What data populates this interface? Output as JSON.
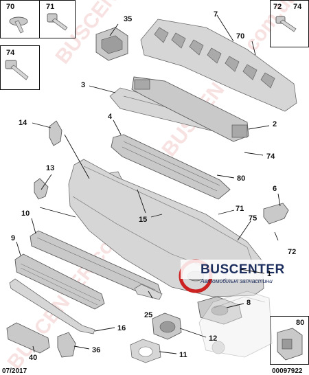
{
  "watermark": "BUSCENTER.com.ua",
  "logo": {
    "name": "BUSCENTER",
    "subtitle": "Автомобільні запчастини"
  },
  "footer": {
    "date": "07/2017",
    "ref": "00097922"
  },
  "callouts": [
    {
      "id": "c1",
      "number": "1"
    },
    {
      "id": "c2",
      "number": "2"
    },
    {
      "id": "c3",
      "number": "3"
    },
    {
      "id": "c4",
      "number": "4"
    },
    {
      "id": "c6",
      "number": "6"
    },
    {
      "id": "c7",
      "number": "7"
    },
    {
      "id": "c8",
      "number": "8"
    },
    {
      "id": "c9",
      "number": "9"
    },
    {
      "id": "c10",
      "number": "10"
    },
    {
      "id": "c11",
      "number": "11"
    },
    {
      "id": "c12",
      "number": "12"
    },
    {
      "id": "c13",
      "number": "13"
    },
    {
      "id": "c14",
      "number": "14"
    },
    {
      "id": "c15",
      "number": "15"
    },
    {
      "id": "c16",
      "number": "16"
    },
    {
      "id": "c25",
      "number": "25"
    },
    {
      "id": "c35",
      "number": "35"
    },
    {
      "id": "c36",
      "number": "36"
    },
    {
      "id": "c40",
      "number": "40"
    },
    {
      "id": "c70a",
      "number": "70"
    },
    {
      "id": "c70b",
      "number": "70"
    },
    {
      "id": "c71a",
      "number": "71"
    },
    {
      "id": "c71b",
      "number": "71"
    },
    {
      "id": "c72a",
      "number": "72"
    },
    {
      "id": "c72b",
      "number": "72"
    },
    {
      "id": "c74a",
      "number": "74"
    },
    {
      "id": "c74b",
      "number": "74"
    },
    {
      "id": "c74c",
      "number": "74"
    },
    {
      "id": "c75",
      "number": "75"
    },
    {
      "id": "c80a",
      "number": "80"
    },
    {
      "id": "c80b",
      "number": "80"
    }
  ]
}
